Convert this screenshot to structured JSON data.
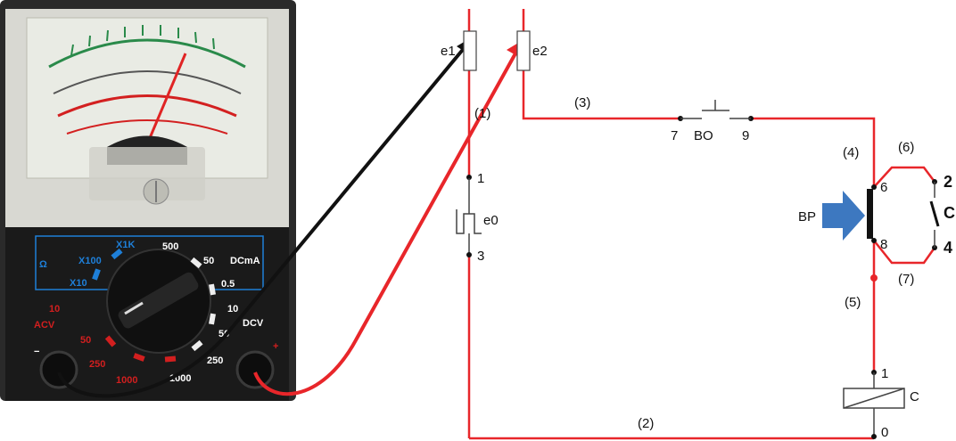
{
  "meter": {
    "dial": {
      "dcma_label": "DCmA",
      "dcv_label": "DCV",
      "acv_label": "ACV",
      "ohm_symbol": "Ω",
      "ohm_ranges": [
        "X1K",
        "X100",
        "X10"
      ],
      "dcma_ranges": [
        "500",
        "50",
        "0.5"
      ],
      "dcv_ranges": [
        "10",
        "50",
        "250",
        "1000"
      ],
      "acv_ranges": [
        "10",
        "50",
        "250",
        "1000"
      ],
      "minus_sign": "−",
      "plus_sign": "+"
    },
    "colors": {
      "body": "#1a1a1a",
      "scale_green": "#2a8a4a",
      "scale_red": "#d32020",
      "range_blue": "#1e7fd8",
      "range_red": "#d21f1f"
    }
  },
  "circuit": {
    "terminals": {
      "e1": "e1",
      "e2": "e2",
      "e0": "e0",
      "n1_top": "1",
      "n3": "3",
      "n7": "7",
      "n9": "9",
      "bo": "BO",
      "n6": "6",
      "n8": "8",
      "bp": "BP",
      "n2": "2",
      "n4": "4",
      "c_contact": "C",
      "coil_1": "1",
      "coil_c": "C",
      "coil_0": "0"
    },
    "wires": {
      "w1": "(1)",
      "w2": "(2)",
      "w3": "(3)",
      "w4": "(4)",
      "w5": "(5)",
      "w6": "(6)",
      "w7": "(7)"
    },
    "colors": {
      "red_wire": "#e8262a",
      "black_wire": "#111111",
      "bp_arrow": "#3d78c0"
    }
  }
}
